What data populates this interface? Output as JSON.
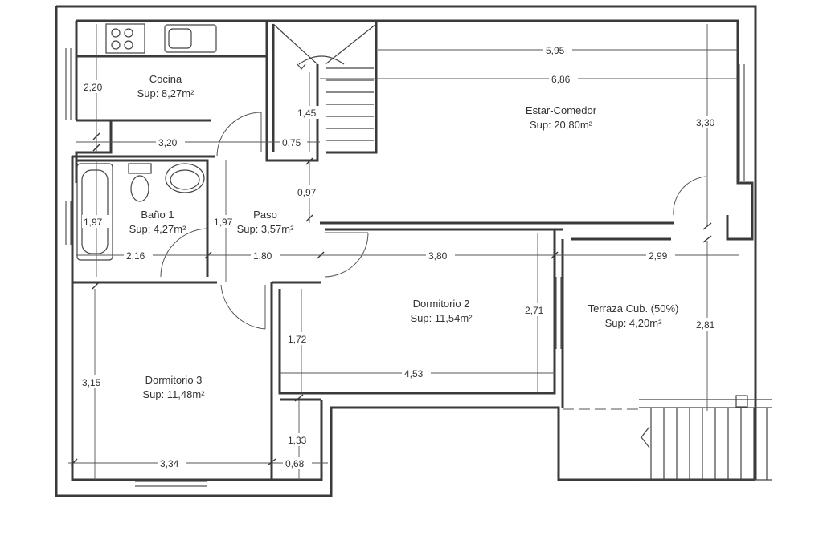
{
  "rooms": [
    {
      "name": "Cocina",
      "area": "Sup: 8,27m²"
    },
    {
      "name": "Baño 1",
      "area": "Sup: 4,27m²"
    },
    {
      "name": "Paso",
      "area": "Sup: 3,57m²"
    },
    {
      "name": "Estar-Comedor",
      "area": "Sup: 20,80m²"
    },
    {
      "name": "Dormitorio 2",
      "area": "Sup: 11,54m²"
    },
    {
      "name": "Terraza Cub. (50%)",
      "area": "Sup: 4,20m²"
    },
    {
      "name": "Dormitorio 3",
      "area": "Sup: 11,48m²"
    }
  ],
  "dimensions": {
    "kitchen_height": "2,20",
    "kitchen_width": "3,20",
    "bath_height": "1,97",
    "bath_width": "2,16",
    "hall_height": "1,97",
    "hall_width": "1,80",
    "stair_height": "1,45",
    "stair_width": "0,75",
    "stair_gap": "0,97",
    "living_width_inner": "5,95",
    "living_width_outer": "6,86",
    "living_height": "3,30",
    "bedroom2_width_top": "3,80",
    "bedroom2_height": "2,71",
    "bedroom2_width_bottom": "4,53",
    "bedroom2_closet_height": "1,72",
    "terrace_width": "2,99",
    "terrace_height": "2,81",
    "bedroom3_height": "3,15",
    "bedroom3_width": "3,34",
    "closet_height": "1,33",
    "closet_width": "0,68"
  }
}
